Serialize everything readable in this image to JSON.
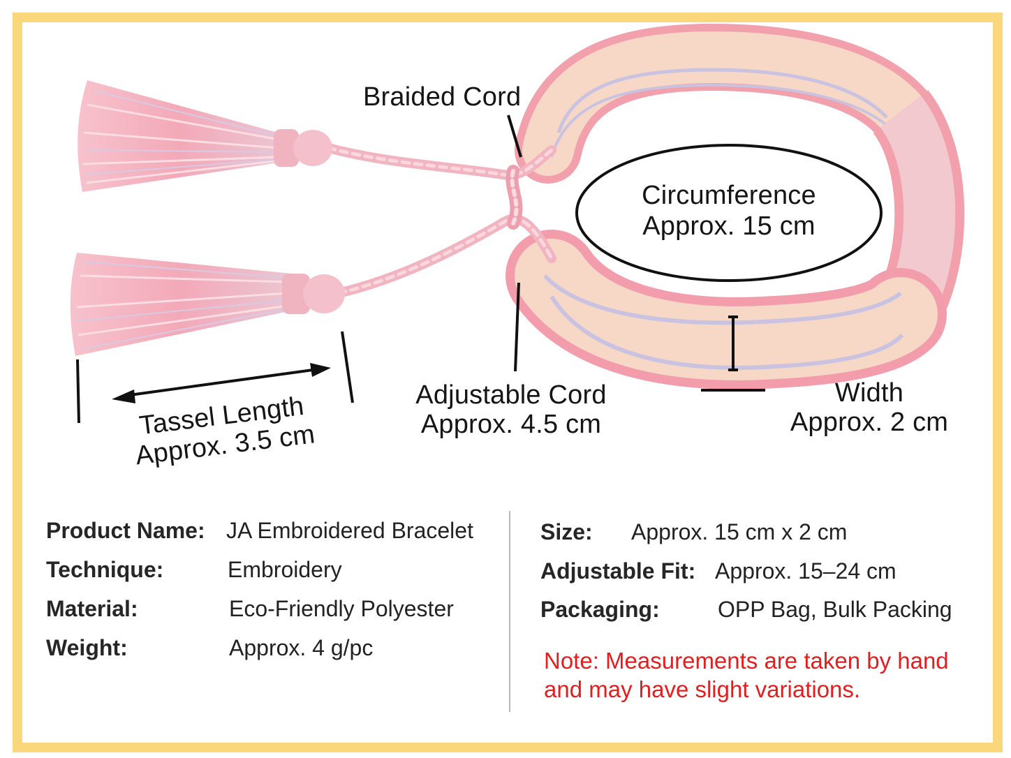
{
  "colors": {
    "frame": "#f9d77a",
    "bracelet_base": "#f7d6c4",
    "pink_edge": "#f3a0ad",
    "lavender_stripe": "#c9c3e1",
    "tassel_pink": "#f5b8c4",
    "note_red": "#e41e1e"
  },
  "callouts": {
    "braided_cord": "Braided Cord",
    "circumference": [
      "Circumference",
      "Approx. 15 cm"
    ],
    "tassel_length": [
      "Tassel Length",
      "Approx. 3.5 cm"
    ],
    "adjustable_cord": [
      "Adjustable Cord",
      "Approx. 4.5 cm"
    ],
    "width": [
      "Width",
      "Approx. 2 cm"
    ]
  },
  "specs_left": [
    {
      "label": "Product Name:",
      "value": "JA Embroidered Bracelet"
    },
    {
      "label": "Technique:",
      "value": "Embroidery"
    },
    {
      "label": "Material:",
      "value": "Eco-Friendly Polyester"
    },
    {
      "label": "Weight:",
      "value": "Approx. 4 g/pc"
    }
  ],
  "specs_right": [
    {
      "label": "Size:",
      "value": "Approx. 15 cm x 2 cm"
    },
    {
      "label": "Adjustable Fit:",
      "value": "Approx. 15–24 cm"
    },
    {
      "label": "Packaging:",
      "value": "OPP Bag, Bulk Packing"
    }
  ],
  "note": {
    "label": "Note:",
    "text": "Measurements are taken by hand and may have slight variations."
  }
}
